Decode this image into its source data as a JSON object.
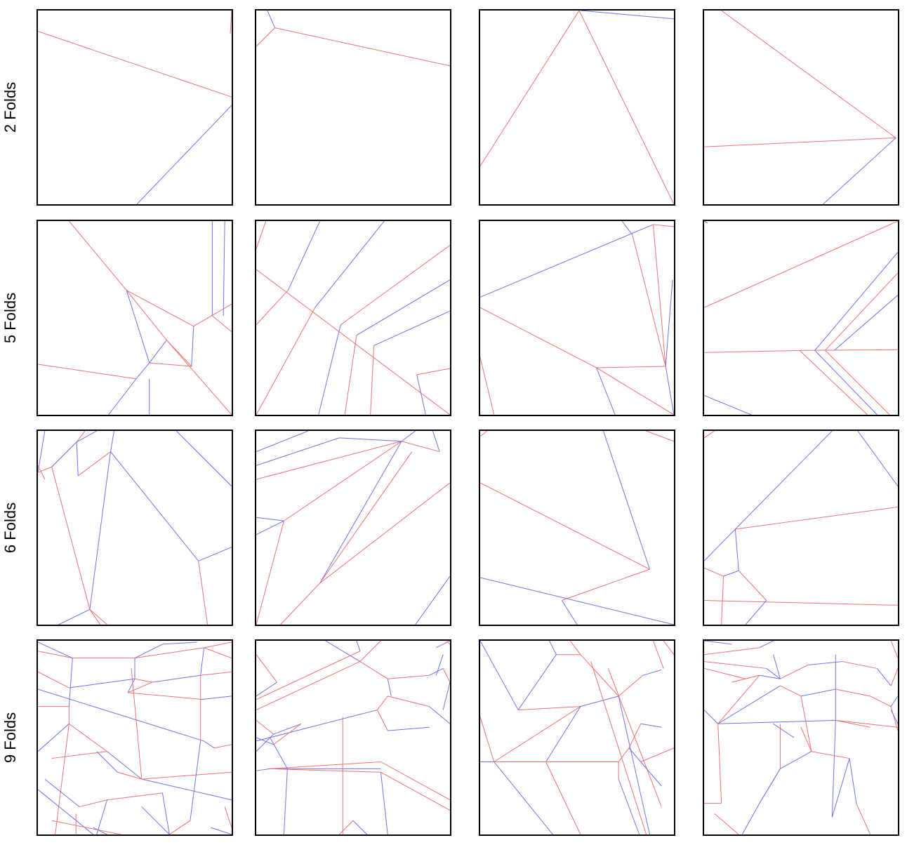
{
  "rows": [
    {
      "label": "2 Folds"
    },
    {
      "label": "5 Folds"
    },
    {
      "label": "6 Folds"
    },
    {
      "label": "9 Folds"
    }
  ],
  "colors": {
    "mountain": "#f07070",
    "valley": "#7070f0",
    "border": "#000000"
  }
}
